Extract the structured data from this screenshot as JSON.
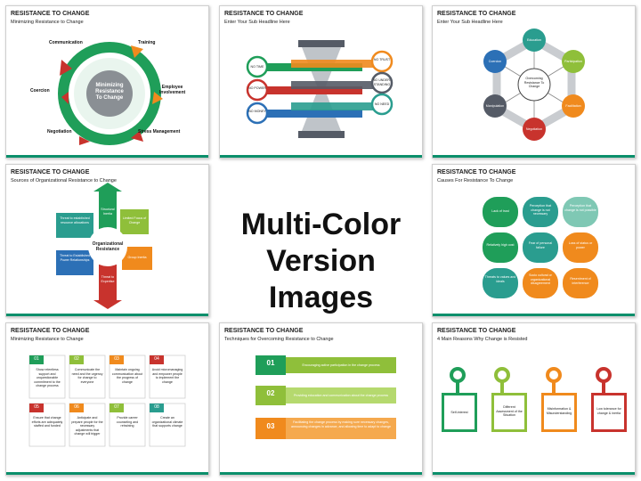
{
  "center": {
    "line1": "Multi-Color",
    "line2": "Version Images"
  },
  "colors": {
    "green": "#1f9e59",
    "orange": "#f08a1d",
    "red": "#c8332d",
    "blue": "#2c70b6",
    "teal": "#2a9d8f",
    "olive": "#8fbf3a",
    "gray": "#555b66"
  },
  "slide1": {
    "title": "RESISTANCE TO CHANGE",
    "subtitle": "Minimizing Resistance to Change",
    "center": [
      "Minimizing",
      "Resistance",
      "To Change"
    ],
    "labels": {
      "communication": "Communication",
      "training": "Training",
      "employee": [
        "Employee",
        "Involvement"
      ],
      "stress": "Stress Management",
      "negotiation": "Negotiation",
      "coercion": "Coercion"
    }
  },
  "slide2": {
    "title": "RESISTANCE TO CHANGE",
    "subtitle": "Enter Your Sub Headline Here",
    "left": [
      "NO TIME",
      "NO POWER",
      "NO MONEY"
    ],
    "right": [
      "NO TRUST",
      "NO UNDER-STANDING",
      "NO NEED"
    ]
  },
  "slide3": {
    "title": "RESISTANCE TO CHANGE",
    "subtitle": "Enter Your Sub Headline Here",
    "center": [
      "Overcoming",
      "Resistance To",
      "Change"
    ],
    "nodes": [
      "Education",
      "Participation",
      "Facilitation",
      "Negotiation",
      "Manipulation",
      "Coercion"
    ]
  },
  "slide4": {
    "title": "RESISTANCE TO CHANGE",
    "subtitle": "Sources of Organizational Resistance to Change",
    "center": [
      "Organizational",
      "Resistance"
    ],
    "items": [
      "Structural Inertia",
      "Limited Focus of Change",
      "Group Inertia",
      "Threat to Expertise",
      "Threat to Established Power Relationships",
      "Threat to established resource allocations"
    ]
  },
  "slide5": {
    "title": "RESISTANCE TO CHANGE",
    "subtitle": "Causes For Resistance To Change",
    "cells": [
      "Lack of trust",
      "Perception that change is not necessary",
      "Perception that change is not possible",
      "Relatively high cost",
      "Fear of personal failure",
      "Loss of status or power",
      "Threats to values and ideals",
      "Socio cultural or organizational disagreement",
      "Resentment of interference"
    ]
  },
  "slide6": {
    "title": "RESISTANCE TO CHANGE",
    "subtitle": "Minimizing Resistance to Change",
    "items": [
      {
        "num": "01",
        "text": "Show relentless support and unquestionable commitment to the change process"
      },
      {
        "num": "02",
        "text": "Communicate the need and the urgency for change to everyone"
      },
      {
        "num": "03",
        "text": "Maintain ongoing communication about the progress of change"
      },
      {
        "num": "04",
        "text": "Avoid micromanaging and empower people to implement the change"
      },
      {
        "num": "05",
        "text": "Ensure that change efforts are adequately staffed and funded"
      },
      {
        "num": "06",
        "text": "Anticipate and prepare people for the necessary adjustments that change will trigger"
      },
      {
        "num": "07",
        "text": "Provide career counseling and retraining"
      },
      {
        "num": "08",
        "text": "Create an organizational climate that supports change"
      }
    ]
  },
  "slide7": {
    "title": "RESISTANCE TO CHANGE",
    "subtitle": "Techniques for Overcoming Resistance to Change",
    "rows": [
      {
        "num": "01",
        "text": "Encouraging active participation in the change process"
      },
      {
        "num": "02",
        "text": "Providing education and communication about the change process"
      },
      {
        "num": "03",
        "text": "Facilitating the change process by making sure necessary changes, announcing changes in advance, and allowing time to adapt to change"
      }
    ]
  },
  "slide8": {
    "title": "RESISTANCE TO CHANGE",
    "subtitle": "4 Main Reasons Why Change is Resisted",
    "boxes": [
      "Self-interest",
      "Different Assessment of the Situation",
      "Misinformation & Misunderstanding",
      "Low tolerance for change & inertia"
    ]
  }
}
